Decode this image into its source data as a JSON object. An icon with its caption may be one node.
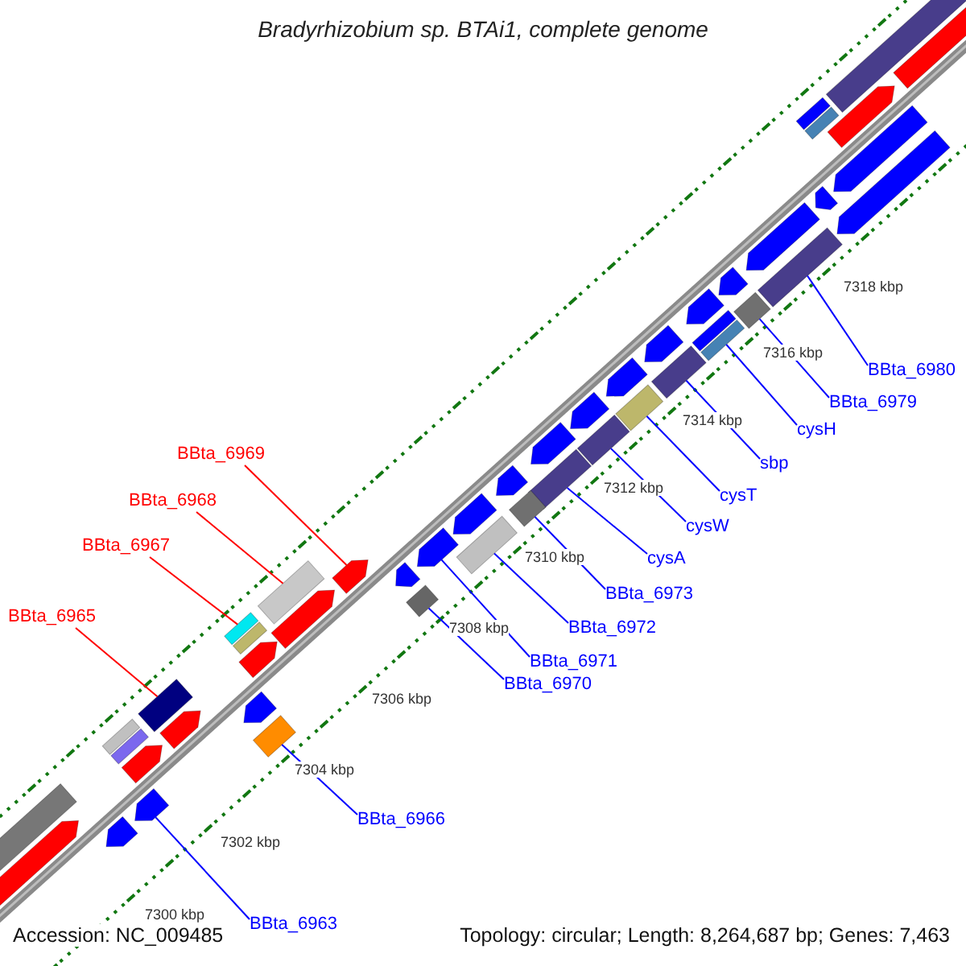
{
  "diagram": {
    "title": "Bradyrhizobium sp. BTAi1, complete genome",
    "nodes": [
      {
        "text": [
          "BBta_6969"
        ]
      },
      {
        "text": [
          "BBta_6968"
        ]
      },
      {
        "text": [
          "BBta_6967"
        ]
      },
      {
        "text": [
          "BBta_6965"
        ]
      },
      {
        "text": [
          "BBta_6980"
        ]
      },
      {
        "text": [
          "BBta_6979"
        ]
      },
      {
        "text": [
          "cysH"
        ]
      },
      {
        "text": [
          "sbp"
        ]
      },
      {
        "text": [
          "cysT"
        ]
      },
      {
        "text": [
          "cysW"
        ]
      },
      {
        "text": [
          "cysA"
        ]
      },
      {
        "text": [
          "BBta_6973"
        ]
      },
      {
        "text": [
          "BBta_6972"
        ]
      },
      {
        "text": [
          "BBta_6971"
        ]
      },
      {
        "text": [
          "BBta_6970"
        ]
      },
      {
        "text": [
          "BBta_6966"
        ]
      },
      {
        "text": [
          "BBta_6963"
        ]
      },
      {
        "text": [],
        "shape": "arrow"
      },
      {
        "text": [],
        "shape": "box"
      },
      {
        "text": [],
        "shape": "box"
      },
      {
        "text": [],
        "shape": "box"
      },
      {
        "text": [],
        "shape": "box"
      },
      {
        "text": [],
        "shape": "box"
      },
      {
        "text": [],
        "shape": "box"
      },
      {
        "text": [],
        "shape": "box"
      },
      {
        "text": [],
        "shape": "box"
      },
      {
        "text": [],
        "shape": "box"
      },
      {
        "text": [],
        "shape": "box"
      },
      {
        "text": [],
        "shape": "box"
      },
      {
        "text": [],
        "shape": "box"
      },
      {
        "text": [],
        "shape": "arrow"
      },
      {
        "text": [],
        "shape": "box"
      },
      {
        "text": [],
        "shape": "box"
      },
      {
        "text": [],
        "shape": "arrow"
      },
      {
        "text": [],
        "shape": "arrow"
      },
      {
        "text": [],
        "shape": "box"
      },
      {
        "text": [],
        "shape": "arrow"
      },
      {
        "text": [],
        "shape": "arrow"
      },
      {
        "text": [],
        "shape": "box"
      },
      {
        "text": [],
        "shape": "box"
      },
      {
        "text": [],
        "shape": "arrow"
      },
      {
        "text": [],
        "shape": "arrow"
      },
      {
        "text": [],
        "shape": "box"
      },
      {
        "text": [],
        "shape": "arrow"
      },
      {
        "text": [],
        "shape": "arrow"
      },
      {
        "text": [],
        "shape": "box"
      },
      {
        "text": [],
        "shape": "box"
      },
      {
        "text": [],
        "shape": "box"
      },
      {
        "text": [],
        "shape": "arrow"
      },
      {
        "text": [],
        "shape": "arrow"
      },
      {
        "text": [],
        "shape": "arrow"
      },
      {
        "text": [],
        "shape": "arrow"
      },
      {
        "text": [],
        "shape": "arrow"
      },
      {
        "text": [],
        "shape": "arrow"
      },
      {
        "text": [],
        "shape": "arrow"
      },
      {
        "text": [],
        "shape": "arrow"
      },
      {
        "text": [],
        "shape": "arrow"
      },
      {
        "text": [],
        "shape": "arrow"
      },
      {
        "text": [],
        "shape": "arrow"
      },
      {
        "text": [],
        "shape": "arrow"
      },
      {
        "text": [],
        "shape": "arrow"
      },
      {
        "text": [],
        "shape": "arrow"
      },
      {
        "text": [],
        "shape": "box"
      },
      {
        "text": [],
        "shape": "arrow"
      }
    ],
    "edges": [
      {
        "from": 0,
        "to": 17,
        "arrow": "none",
        "color": "#ff0000"
      },
      {
        "from": 1,
        "to": 18,
        "arrow": "none",
        "color": "#ff0000"
      },
      {
        "from": 2,
        "to": 19,
        "arrow": "none",
        "color": "#ff0000"
      },
      {
        "from": 3,
        "to": 20,
        "arrow": "none",
        "color": "#ff0000"
      },
      {
        "from": 4,
        "to": 21,
        "arrow": "none"
      },
      {
        "from": 5,
        "to": 22,
        "arrow": "none"
      },
      {
        "from": 6,
        "to": 23,
        "arrow": "none"
      },
      {
        "from": 7,
        "to": 24,
        "arrow": "none"
      },
      {
        "from": 8,
        "to": 25,
        "arrow": "none"
      },
      {
        "from": 9,
        "to": 26,
        "arrow": "none"
      },
      {
        "from": 10,
        "to": 27,
        "arrow": "none"
      },
      {
        "from": 11,
        "to": 28,
        "arrow": "none"
      },
      {
        "from": 12,
        "to": 29,
        "arrow": "none"
      },
      {
        "from": 13,
        "to": 30,
        "arrow": "none"
      },
      {
        "from": 14,
        "to": 31,
        "arrow": "none"
      },
      {
        "from": 15,
        "to": 32,
        "arrow": "none"
      },
      {
        "from": 16,
        "to": 33,
        "arrow": "none"
      }
    ],
    "labels": [
      "7318 kbp",
      "7316 kbp",
      "7314 kbp",
      "7312 kbp",
      "7310 kbp",
      "7308 kbp",
      "7306 kbp",
      "7304 kbp",
      "7302 kbp",
      "7300 kbp",
      "Accession: NC_009485",
      "Topology: circular; Length: 8,264,687 bp; Genes: 7,463"
    ]
  }
}
